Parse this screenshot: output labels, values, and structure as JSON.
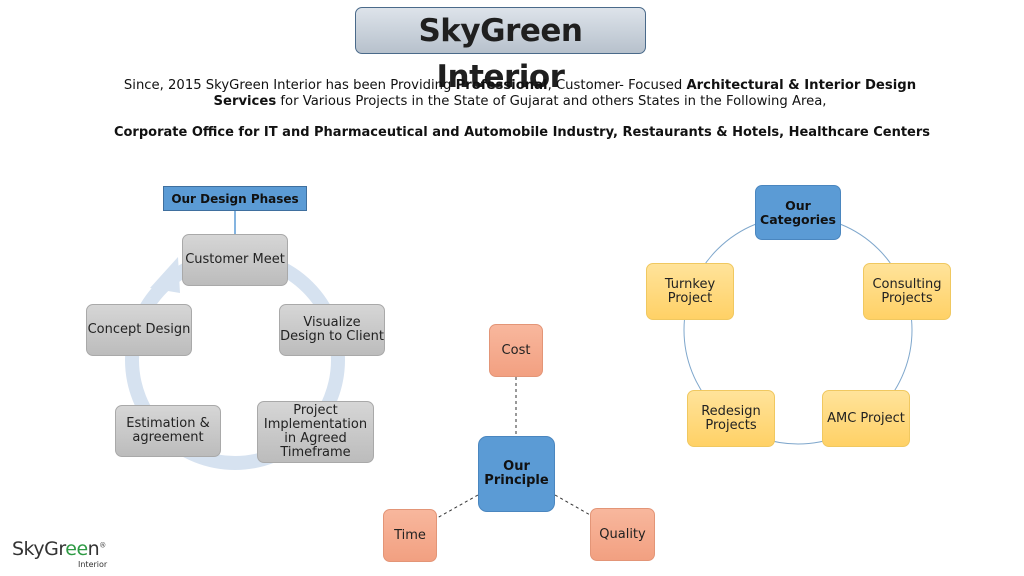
{
  "title": "SkyGreen Interior",
  "intro": {
    "p1": "Since, 2015 SkyGreen Interior has been Providing ",
    "b1": "Professional",
    "p2": ", Customer- Focused ",
    "b2": "Architectural & Interior Design Services",
    "p3": " for Various Projects in the State of Gujarat and others States in the Following Area,"
  },
  "corporate": "Corporate Office for IT and Pharmaceutical and Automobile Industry, Restaurants & Hotels, Healthcare Centers",
  "phases": {
    "label": "Our Design Phases",
    "steps": [
      "Customer Meet",
      "Visualize Design to Client",
      "Project Implementation in Agreed Timeframe",
      "Estimation & agreement",
      "Concept Design"
    ]
  },
  "principle": {
    "center": "Our Principle",
    "items": [
      "Cost",
      "Time",
      "Quality"
    ]
  },
  "categories": {
    "center": "Our Categories",
    "items": [
      "Turnkey Project",
      "Consulting Projects",
      "Redesign Projects",
      "AMC Project"
    ]
  },
  "logo": {
    "main_a": "SkyGr",
    "main_b": "ee",
    "main_c": "n",
    "mark": "®",
    "sub": "Interior"
  },
  "colors": {
    "blue": "#5b9bd5",
    "gray": "#c8c8c8",
    "yellow": "#ffd966",
    "salmon": "#f4a886",
    "cycle_arrow": "#d3e0ef"
  }
}
